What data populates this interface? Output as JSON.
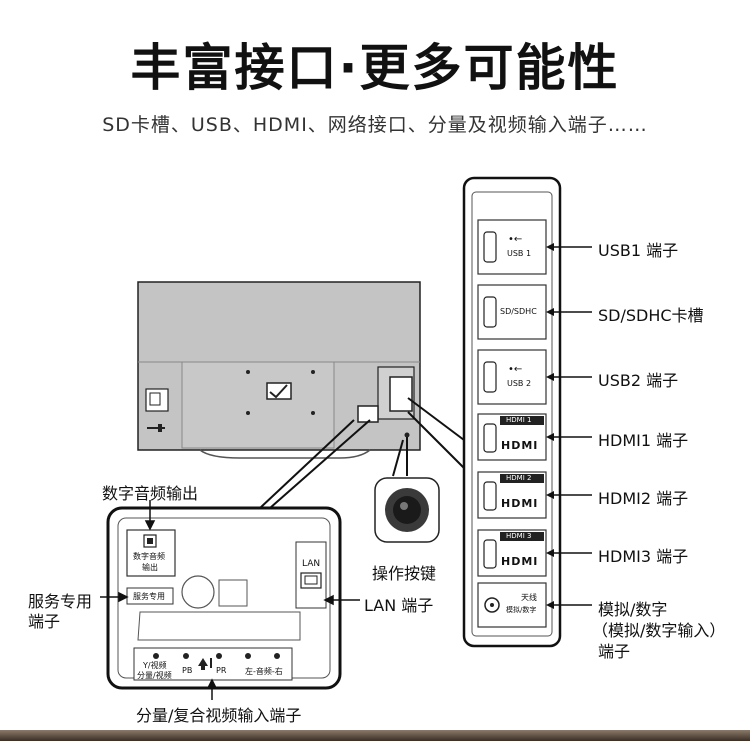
{
  "title": "丰富接口·更多可能性",
  "subtitle": "SD卡槽、USB、HDMI、网络接口、分量及视频输入端子……",
  "side_panel": {
    "ports": [
      {
        "icon_name": "usb-icon",
        "text": "USB 1",
        "label": "USB1 端子"
      },
      {
        "icon_name": "sd-card-slot",
        "text": "SD/SDHC",
        "label": "SD/SDHC卡槽"
      },
      {
        "icon_name": "usb-icon",
        "text": "USB 2",
        "label": "USB2 端子"
      },
      {
        "icon_name": "hdmi-icon",
        "text": "HDMI 1",
        "logo": "HDMI",
        "label": "HDMI1 端子"
      },
      {
        "icon_name": "hdmi-icon",
        "text": "HDMI 2",
        "logo": "HDMI",
        "label": "HDMI2 端子"
      },
      {
        "icon_name": "hdmi-icon",
        "text": "HDMI 3",
        "logo": "HDMI",
        "label": "HDMI3 端子"
      }
    ],
    "antenna": {
      "icon_name": "antenna-icon",
      "line1": "天线",
      "line2": "模拟/数字",
      "label_line1": "模拟/数字",
      "label_line2": "（模拟/数字输入）",
      "label_line3": "端子"
    }
  },
  "bottom_panel": {
    "digital_audio": {
      "label": "数字音频输出",
      "inner_line1": "数字音频",
      "inner_line2": "输出"
    },
    "service": {
      "label_line1": "服务专用",
      "label_line2": "端子",
      "inner": "服务专用"
    },
    "lan": {
      "inner": "LAN",
      "label": "LAN 端子"
    },
    "component": {
      "label": "分量/复合视频输入端子",
      "y_line1": "Y/视频",
      "y_line2": "分量/视频",
      "pb": "PB",
      "pr": "PR",
      "audio": "左-音频-右"
    }
  },
  "control_button": {
    "label": "操作按键"
  },
  "colors": {
    "tv_fill": "#c4c4c4",
    "line": "#111111",
    "panel_fill": "#ffffff"
  }
}
